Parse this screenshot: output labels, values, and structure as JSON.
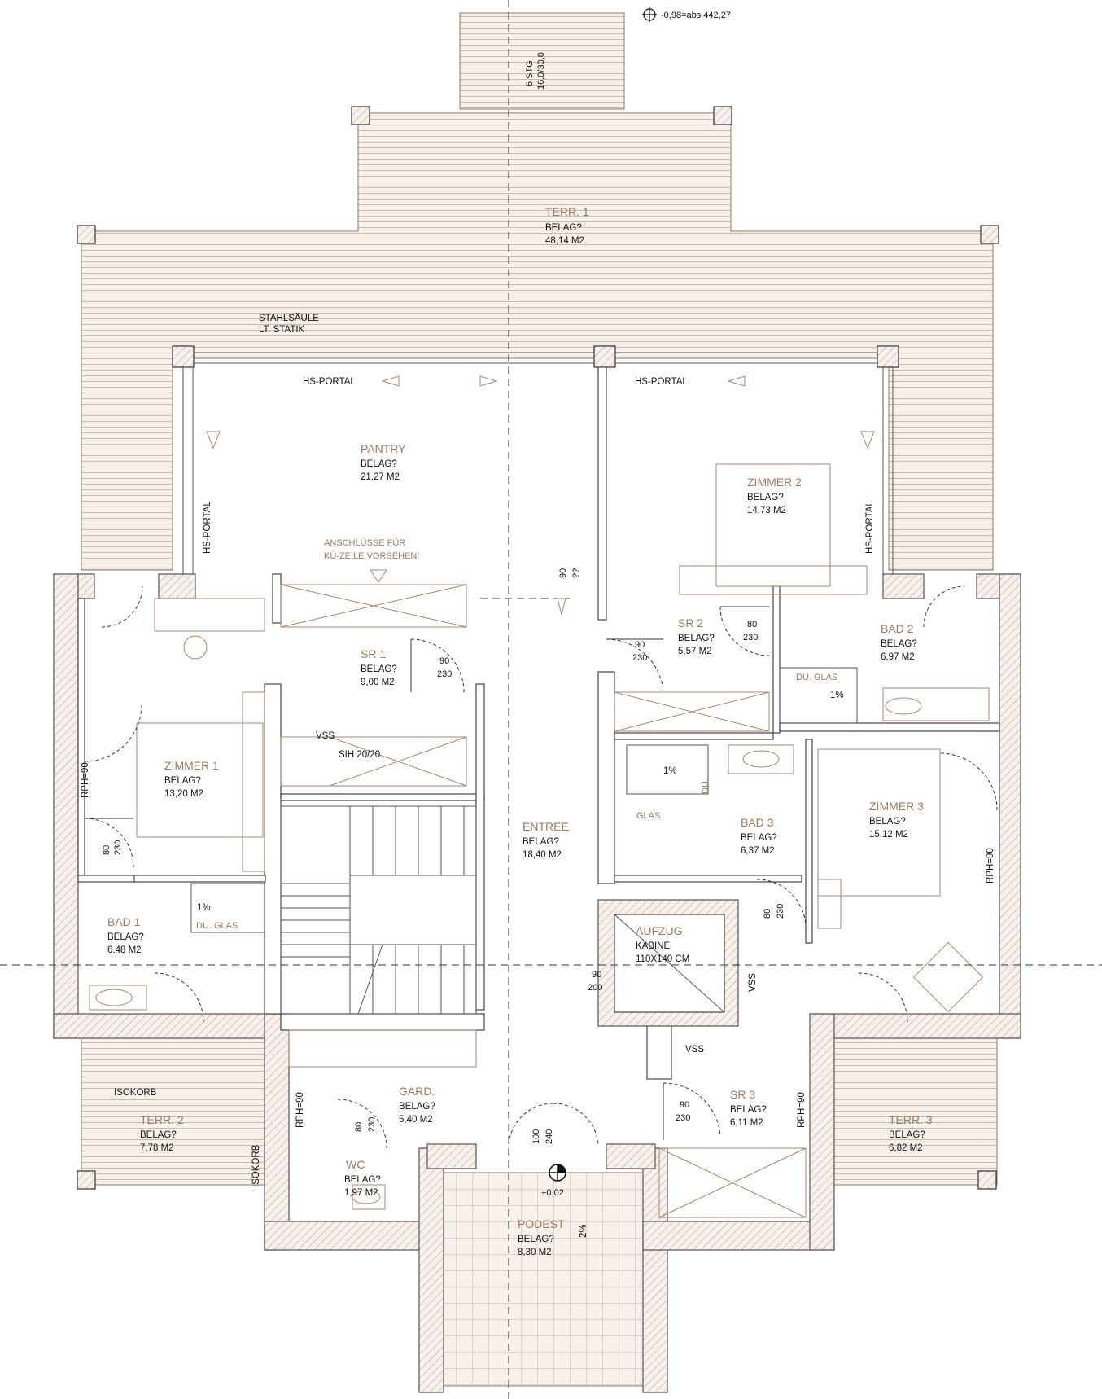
{
  "elevation": "-0,98=abs 442,27",
  "stair_top": {
    "count": "6 STG",
    "size": "16,0/30,0"
  },
  "rooms": {
    "terr1": {
      "name": "TERR. 1",
      "belag": "BELAG?",
      "area": "48,14 M2"
    },
    "pantry": {
      "name": "PANTRY",
      "belag": "BELAG?",
      "area": "21,27 M2"
    },
    "zimmer2": {
      "name": "ZIMMER 2",
      "belag": "BELAG?",
      "area": "14,73 M2"
    },
    "sr1": {
      "name": "SR 1",
      "belag": "BELAG?",
      "area": "9,00 M2"
    },
    "sr2": {
      "name": "SR 2",
      "belag": "BELAG?",
      "area": "5,57 M2"
    },
    "bad2": {
      "name": "BAD 2",
      "belag": "BELAG?",
      "area": "6,97 M2"
    },
    "zimmer1": {
      "name": "ZIMMER 1",
      "belag": "BELAG?",
      "area": "13,20 M2"
    },
    "entree": {
      "name": "ENTREE",
      "belag": "BELAG?",
      "area": "18,40 M2"
    },
    "bad3": {
      "name": "BAD 3",
      "belag": "BELAG?",
      "area": "6,37 M2"
    },
    "zimmer3": {
      "name": "ZIMMER 3",
      "belag": "BELAG?",
      "area": "15,12 M2"
    },
    "bad1": {
      "name": "BAD 1",
      "belag": "BELAG?",
      "area": "6.48 M2"
    },
    "gard": {
      "name": "GARD.",
      "belag": "BELAG?",
      "area": "5,40 M2"
    },
    "sr3": {
      "name": "SR 3",
      "belag": "BELAG?",
      "area": "6,11 M2"
    },
    "terr2": {
      "name": "TERR. 2",
      "belag": "BELAG?",
      "area": "7,78 M2"
    },
    "terr3": {
      "name": "TERR. 3",
      "belag": "BELAG?",
      "area": "6,82 M2"
    },
    "wc": {
      "name": "WC",
      "belag": "BELAG?",
      "area": "1,97 M2"
    },
    "podest": {
      "name": "PODEST",
      "belag": "BELAG?",
      "area": "8,30 M2"
    }
  },
  "notes": {
    "stahlsaeule_1": "STAHLSÄULE",
    "stahlsaeule_2": "LT. STATIK",
    "hs_portal": "HS-PORTAL",
    "anschluesse_1": "ANSCHLÜSSE FÜR",
    "anschluesse_2": "KÜ-ZEILE VORSEHEN!",
    "vss": "VSS",
    "sih": "SIH 20/20",
    "du_glas": "DU. GLAS",
    "du": "DU.",
    "glas": "GLAS",
    "slope_1": "1%",
    "slope_2": "2%",
    "aufzug": "AUFZUG",
    "kabine": "KABINE",
    "kabine_size": "110X140 CM",
    "isokorb": "ISOKORB",
    "rph": "RPH=90",
    "level": "+0,02"
  },
  "dims": {
    "d90": "90",
    "d230": "230",
    "d80": "80",
    "d200": "200",
    "d100": "100",
    "d240": "240",
    "q": "??"
  }
}
